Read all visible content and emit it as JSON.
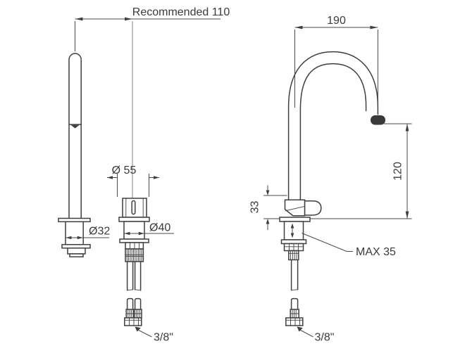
{
  "colors": {
    "background": "#ffffff",
    "object_line": "#3f3f3f",
    "dimension_line": "#4a4a4a",
    "center_line": "#9a9a9a",
    "text": "#3a3a3a"
  },
  "dimensions": {
    "recommended_spacing": {
      "label": "Recommended 110"
    },
    "spout_reach": {
      "label": "190"
    },
    "spout_height": {
      "label": "120"
    },
    "body_height": {
      "label": "33"
    },
    "body_diameter": {
      "label": "Ø 55"
    },
    "base_diameter": {
      "label": "Ø40"
    },
    "handle_base_diameter": {
      "label": "Ø32"
    },
    "max_deck_thickness": {
      "label": "MAX 35"
    },
    "hose_connection_left": {
      "label": "3/8\""
    },
    "hose_connection_right": {
      "label": "3/8\""
    }
  }
}
